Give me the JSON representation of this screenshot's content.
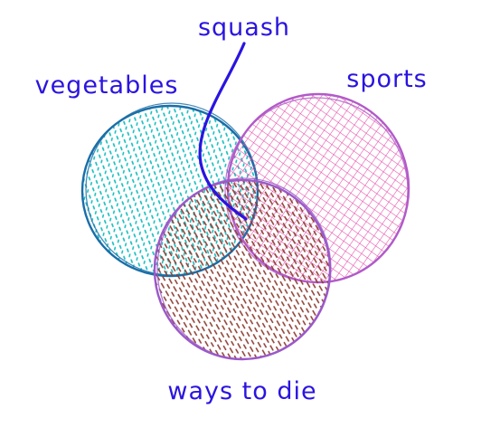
{
  "diagram": {
    "type": "venn",
    "sets": [
      {
        "id": "vegetables",
        "label": "vegetables",
        "fill_color": "#17bfbf",
        "stroke_color": "#1a6ea8",
        "pattern": "dots"
      },
      {
        "id": "sports",
        "label": "sports",
        "fill_color": "#e44aa8",
        "stroke_color": "#b25ac9",
        "pattern": "crosshatch"
      },
      {
        "id": "ways_to_die",
        "label": "ways to die",
        "fill_color": "#8b3a2e",
        "stroke_color": "#9b59c9",
        "pattern": "dashes"
      }
    ],
    "callout": {
      "label": "squash",
      "color": "#2a14e0",
      "points_to": [
        "vegetables",
        "sports",
        "ways_to_die"
      ]
    },
    "label_color": "#2a14e0"
  }
}
